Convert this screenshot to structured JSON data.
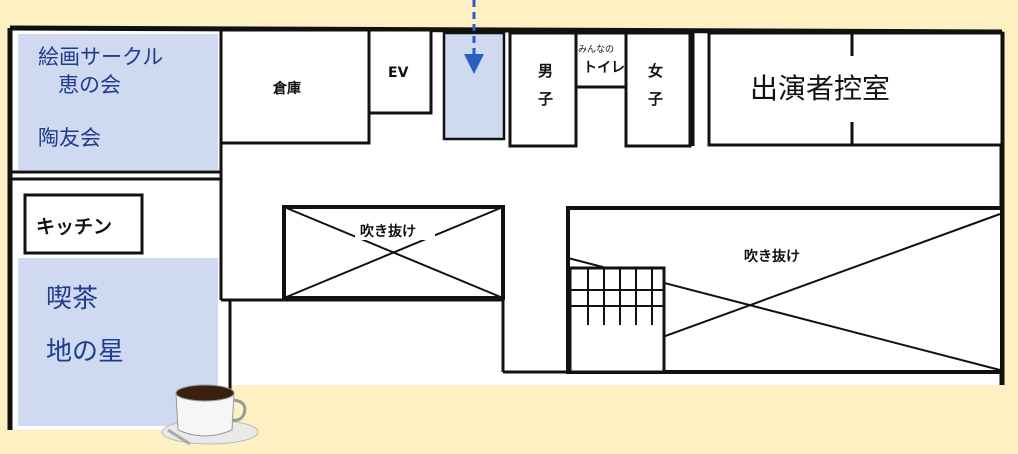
{
  "colors": {
    "background": "#fdf1c4",
    "line": "#111111",
    "room_fill": "#ffffff",
    "highlight_fill": "#cfd9ef",
    "highlight_text": "#1f3c8f",
    "arrow": "#2a5fc1"
  },
  "left_area": {
    "circle_names": [
      "絵画サークル",
      "恵の会",
      "陶友会"
    ],
    "kitchen_label": "キッチン",
    "cafe_name": [
      "喫茶",
      "地の星"
    ],
    "cup_icon": "coffee-cup-icon"
  },
  "rooms": {
    "storage": "倉庫",
    "elevator": "EV",
    "mens_label": [
      "男",
      "子"
    ],
    "womens_label": [
      "女",
      "子"
    ],
    "shared_restroom": [
      "みんなの",
      "トイレ"
    ],
    "performer_room": "出演者控室"
  },
  "voids": {
    "left_void_label": "吹き抜け",
    "right_void_label": "吹き抜け"
  },
  "icons": {
    "entry_arrow": "down-arrow-icon",
    "stairs": "stairs-icon"
  }
}
